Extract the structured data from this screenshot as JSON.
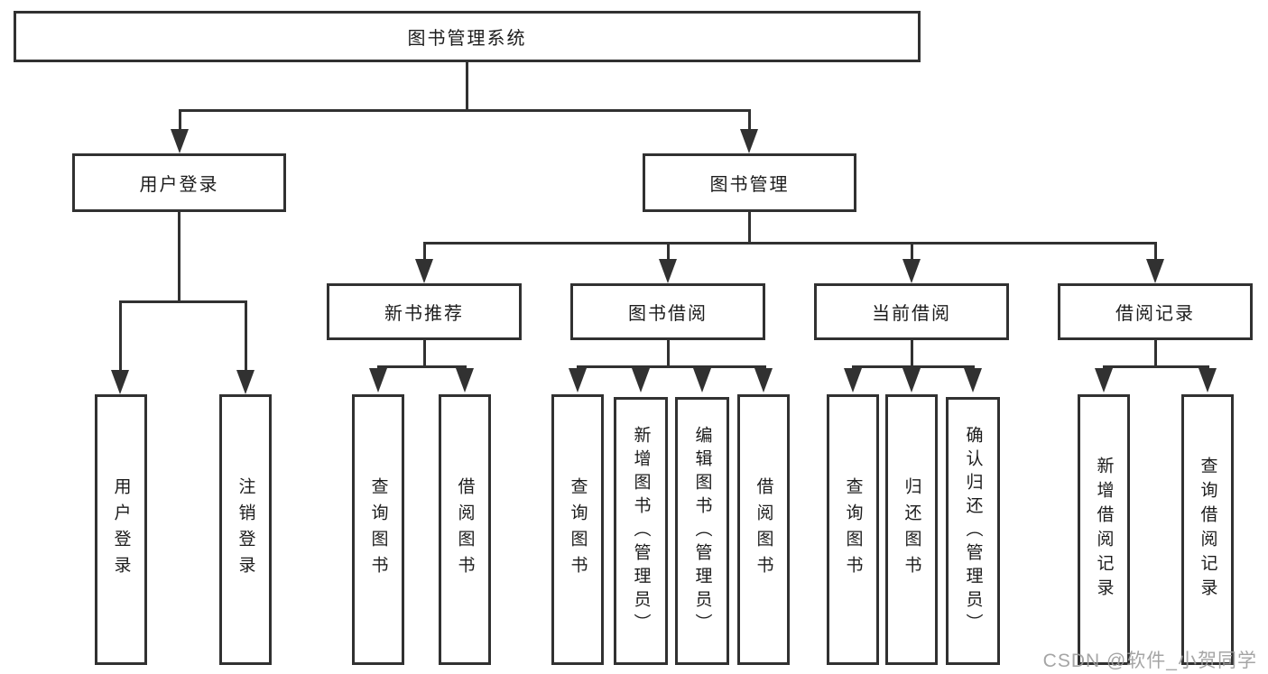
{
  "diagram": {
    "root": {
      "label": "图书管理系统"
    },
    "level2": {
      "user_login": {
        "label": "用户登录"
      },
      "book_management": {
        "label": "图书管理"
      }
    },
    "level3": {
      "new_book_recommend": {
        "label": "新书推荐"
      },
      "book_borrowing": {
        "label": "图书借阅"
      },
      "current_borrowing": {
        "label": "当前借阅"
      },
      "borrowing_records": {
        "label": "借阅记录"
      }
    },
    "leaves": {
      "user_login_leaf": {
        "label": "用户登录"
      },
      "logout_leaf": {
        "label": "注销登录"
      },
      "nb_query_books": {
        "label": "查询图书"
      },
      "nb_borrow_books": {
        "label": "借阅图书"
      },
      "bb_query_books": {
        "label": "查询图书"
      },
      "bb_add_books": {
        "label": "新增图书（管理员）"
      },
      "bb_edit_books": {
        "label": "编辑图书（管理员）"
      },
      "bb_borrow_books": {
        "label": "借阅图书"
      },
      "cb_query_books": {
        "label": "查询图书"
      },
      "cb_return_books": {
        "label": "归还图书"
      },
      "cb_confirm_return": {
        "label": "确认归还（管理员）"
      },
      "br_add_record": {
        "label": "新增借阅记录"
      },
      "br_query_record": {
        "label": "查询借阅记录"
      }
    },
    "watermark": "CSDN @软件_小贺同学",
    "colors": {
      "line": "#313131",
      "text": "#1c1c1c",
      "watermark": "#9c9c9c",
      "background": "#ffffff"
    }
  }
}
